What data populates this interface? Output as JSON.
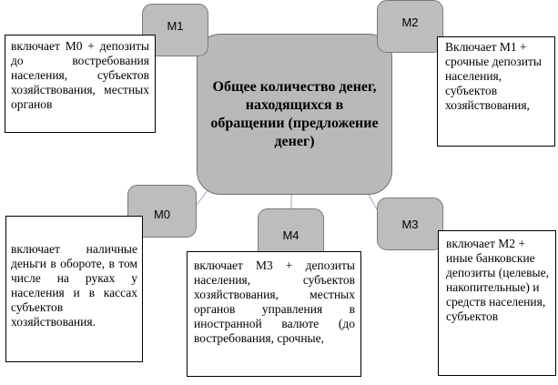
{
  "center": {
    "title": "Общее количество денег, находящихся в обращении (предложение денег)"
  },
  "tabs": {
    "m1": "М1",
    "m2": "М2",
    "m0": "М0",
    "m4": "М4",
    "m3": "М3"
  },
  "boxes": {
    "m1": "включает М0 + депозиты до востребования населения, субъектов хозяйствования, местных органов",
    "m2": "Включает М1 + срочные депозиты населения, субъектов хозяйствования,",
    "m0": "включает наличные деньги в обороте, в том числе на руках у населения и в кассах субъектов хозяйствования.",
    "m4": "включает М3 + депозиты населения, субъектов хозяйствования, местных органов управления в иностранной валюте (до востребования, срочные,",
    "m3": "включает М2 + иные банковские депозиты (целевые, накопительные) и средств населения, субъектов"
  }
}
